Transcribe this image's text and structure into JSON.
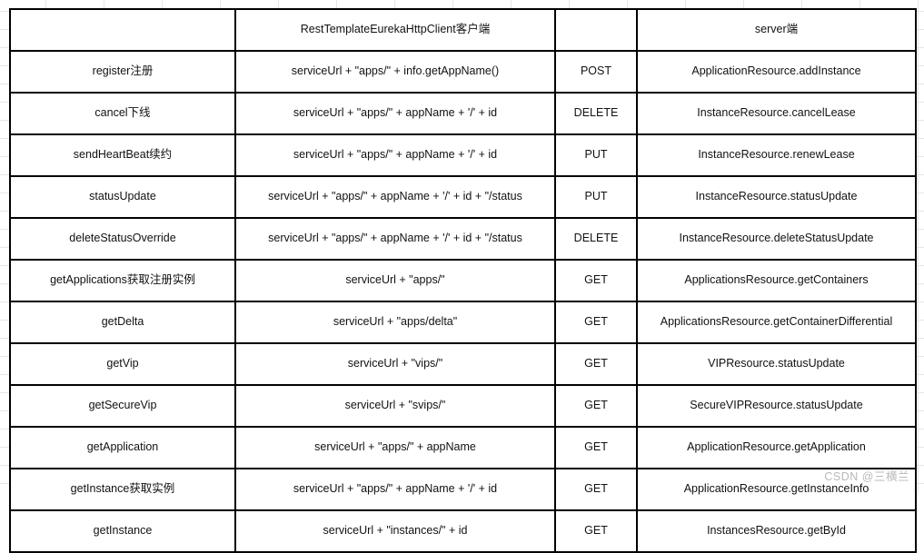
{
  "table": {
    "columns": [
      "",
      "RestTemplateEurekaHttpClient客户端",
      "",
      "server端"
    ],
    "rows": [
      {
        "name": "register注册",
        "url": "serviceUrl + \"apps/\" + info.getAppName()",
        "method": "POST",
        "server": "ApplicationResource.addInstance"
      },
      {
        "name": "cancel下线",
        "url": "serviceUrl + \"apps/\" + appName + '/' + id",
        "method": "DELETE",
        "server": "InstanceResource.cancelLease"
      },
      {
        "name": "sendHeartBeat续约",
        "url": "serviceUrl + \"apps/\" + appName + '/' + id",
        "method": "PUT",
        "server": "InstanceResource.renewLease"
      },
      {
        "name": "statusUpdate",
        "url": "serviceUrl + \"apps/\" + appName + '/' + id + \"/status",
        "method": "PUT",
        "server": "InstanceResource.statusUpdate"
      },
      {
        "name": "deleteStatusOverride",
        "url": "serviceUrl + \"apps/\" + appName + '/' + id + \"/status",
        "method": "DELETE",
        "server": "InstanceResource.deleteStatusUpdate"
      },
      {
        "name": "getApplications获取注册实例",
        "url": "serviceUrl + \"apps/\"",
        "method": "GET",
        "server": "ApplicationsResource.getContainers"
      },
      {
        "name": "getDelta",
        "url": "serviceUrl + \"apps/delta\"",
        "method": "GET",
        "server": "ApplicationsResource.getContainerDifferential"
      },
      {
        "name": "getVip",
        "url": "serviceUrl + \"vips/\"",
        "method": "GET",
        "server": "VIPResource.statusUpdate"
      },
      {
        "name": "getSecureVip",
        "url": "serviceUrl + \"svips/\"",
        "method": "GET",
        "server": "SecureVIPResource.statusUpdate"
      },
      {
        "name": "getApplication",
        "url": "serviceUrl + \"apps/\" + appName",
        "method": "GET",
        "server": "ApplicationResource.getApplication"
      },
      {
        "name": "getInstance获取实例",
        "url": "serviceUrl + \"apps/\" + appName + '/' + id",
        "method": "GET",
        "server": "ApplicationResource.getInstanceInfo"
      },
      {
        "name": "getInstance",
        "url": "serviceUrl + \"instances/\" + id",
        "method": "GET",
        "server": "InstancesResource.getById"
      }
    ]
  },
  "watermark": "CSDN @三横兰",
  "colors": {
    "border": "#000000",
    "text": "#111111",
    "grid": "#e6e6e6",
    "watermark": "#b9b9b9"
  }
}
